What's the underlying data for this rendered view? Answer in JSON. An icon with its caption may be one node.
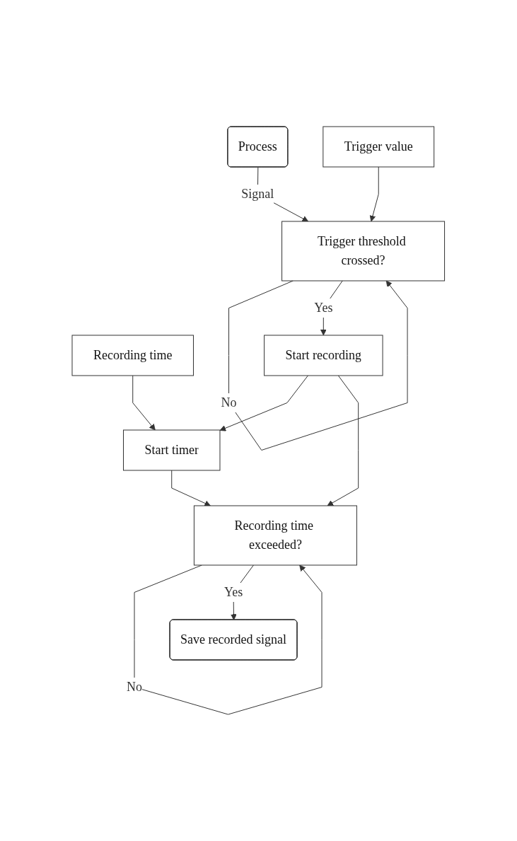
{
  "diagram": {
    "nodes": [
      {
        "text": [
          "Process"
        ]
      },
      {
        "text": [
          "Trigger threshold crossed?"
        ]
      },
      {
        "text": [
          "Trigger value"
        ]
      },
      {
        "text": [
          "Recording time"
        ]
      },
      {
        "text": [
          "Start recording"
        ]
      },
      {
        "text": [
          "Start timer"
        ]
      },
      {
        "text": [
          "Recording time exceeded?"
        ]
      },
      {
        "text": [
          "Save recorded signal"
        ]
      }
    ],
    "edges": [
      {
        "from": 0,
        "to": 1,
        "arrow": "to",
        "label": "Signal"
      },
      {
        "from": 1,
        "to": 1,
        "arrow": "to",
        "label": "No"
      },
      {
        "from": 2,
        "to": 1,
        "arrow": "to"
      },
      {
        "from": 1,
        "to": 4,
        "arrow": "to",
        "label": "Yes"
      },
      {
        "from": 3,
        "to": 5,
        "arrow": "to"
      },
      {
        "from": 4,
        "to": 5,
        "arrow": "to"
      },
      {
        "from": 4,
        "to": 6,
        "arrow": "to"
      },
      {
        "from": 6,
        "to": 6,
        "arrow": "to",
        "label": "No"
      },
      {
        "from": 5,
        "to": 6,
        "arrow": "to"
      },
      {
        "from": 6,
        "to": 7,
        "arrow": "to",
        "label": "Yes"
      }
    ]
  }
}
